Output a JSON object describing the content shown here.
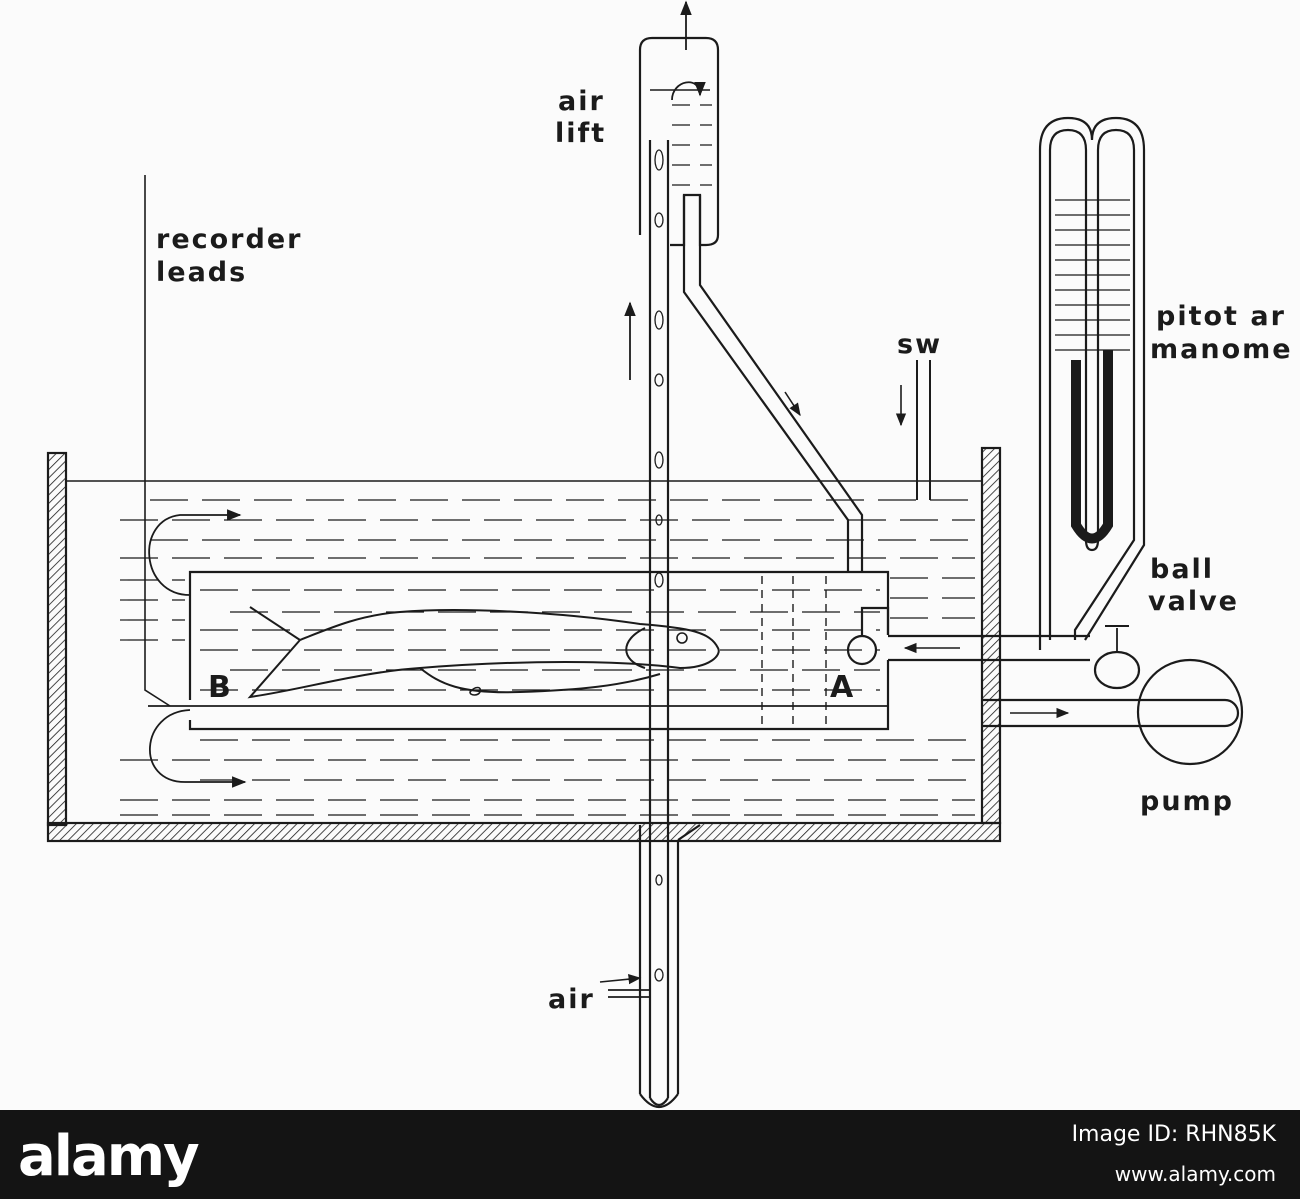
{
  "diagram": {
    "labels": {
      "air_lift": [
        "air",
        "lift"
      ],
      "recorder_leads": [
        "recorder",
        "leads"
      ],
      "sw": "sw",
      "pitot_manometer": [
        "pitot ar",
        "manome"
      ],
      "ball_valve": [
        "ball",
        "valve"
      ],
      "pump": "pump",
      "point_a": "A",
      "point_b": "B",
      "air": "air"
    },
    "colors": {
      "ink": "#1b1b1b",
      "paper": "#fbfbfb"
    }
  },
  "watermark": "alamy",
  "footer": {
    "brand": "alamy",
    "image_id": "Image ID: RHN85K",
    "website": "www.alamy.com"
  }
}
